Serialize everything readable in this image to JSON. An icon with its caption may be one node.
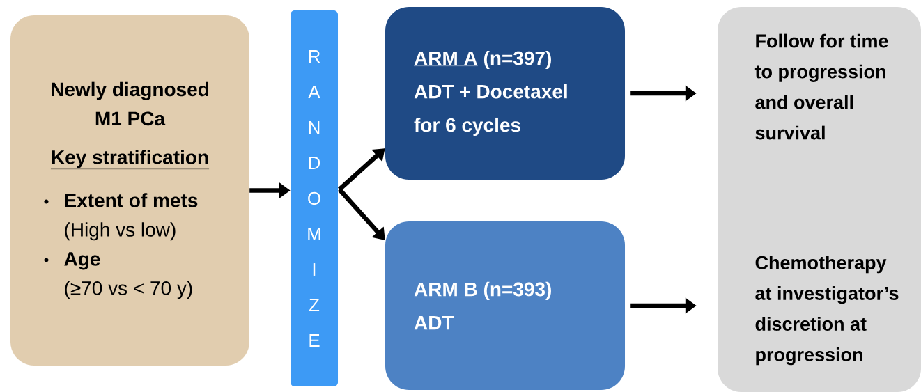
{
  "diagram": {
    "nodes": [
      {
        "text": [
          "Newly diagnosed M1 PCa",
          "Key stratification",
          "Extent of mets",
          "(High vs low)",
          "Age",
          "(≥70 vs < 70 y)"
        ]
      },
      {
        "text": [
          "RANDOMIZE"
        ]
      },
      {
        "text": [
          "ARM A",
          "(n=397)",
          "ADT + Docetaxel for 6 cycles"
        ]
      },
      {
        "text": [
          "ARM B",
          "(n=393)",
          "ADT"
        ]
      },
      {
        "text": [
          "Follow for time to progression and overall survival",
          "Chemotherapy at investigator’s discretion at progression"
        ]
      }
    ],
    "edges": [
      {
        "from": 0,
        "to": 1,
        "arrow": "to"
      },
      {
        "from": 1,
        "to": 2,
        "arrow": "to"
      },
      {
        "from": 1,
        "to": 3,
        "arrow": "to"
      },
      {
        "from": 2,
        "to": 4,
        "arrow": "to"
      },
      {
        "from": 3,
        "to": 4,
        "arrow": "to"
      }
    ]
  }
}
